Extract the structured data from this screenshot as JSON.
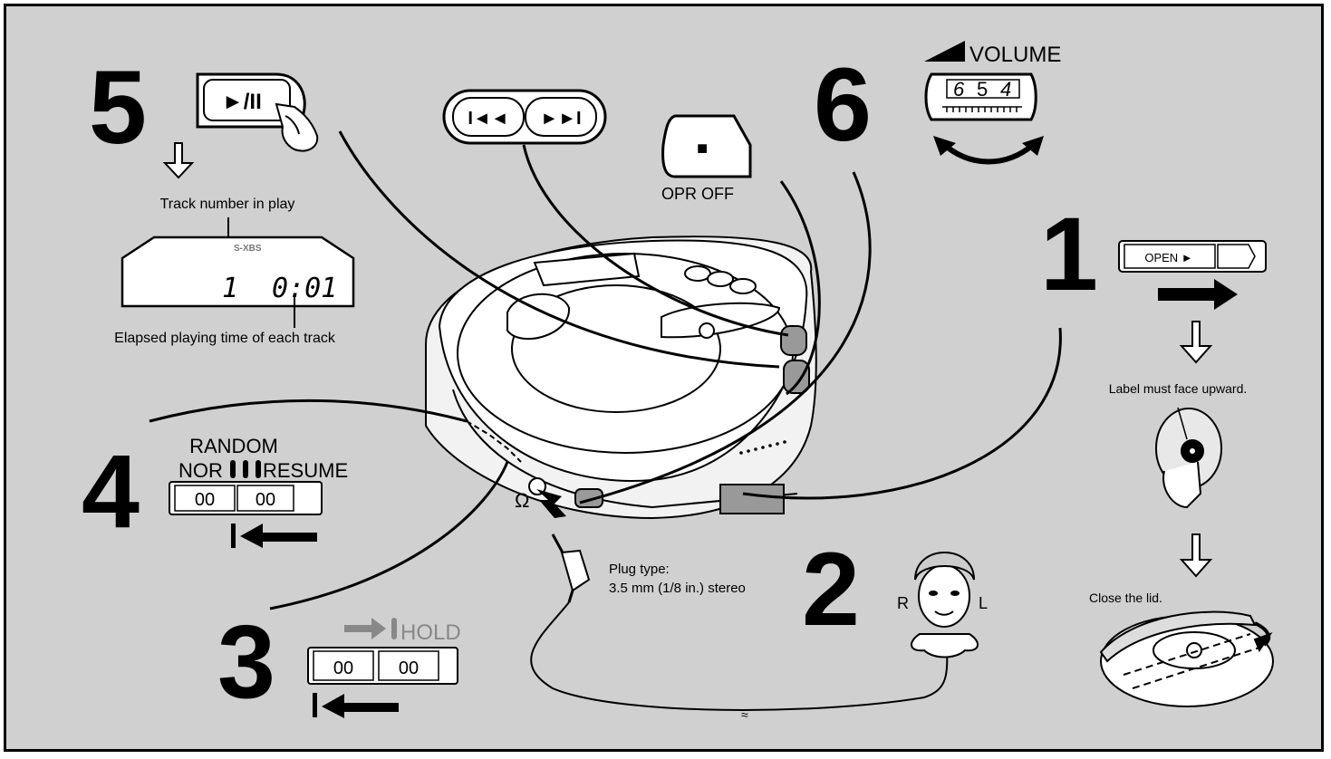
{
  "steps": {
    "s1": "1",
    "s2": "2",
    "s3": "3",
    "s4": "4",
    "s5": "5",
    "s6": "6"
  },
  "step5": {
    "play_button": "►/II",
    "track_label": "Track number in play",
    "lcd_sxbs": "S-XBS",
    "lcd_track": "1",
    "lcd_time": "0:01",
    "elapsed_label": "Elapsed playing time of each track"
  },
  "skip": {
    "prev": "I◄◄",
    "next": "►►I"
  },
  "stop": {
    "symbol": "■",
    "label": "OPR OFF"
  },
  "step6": {
    "title": "VOLUME",
    "digits": [
      "6",
      "5",
      "4"
    ]
  },
  "step1": {
    "open_label": "OPEN ►",
    "label_face": "Label must face upward.",
    "close_lid": "Close the lid."
  },
  "step2": {
    "plug_type": "Plug type:",
    "plug_spec": "3.5 mm (1/8 in.) stereo",
    "right": "R",
    "left": "L"
  },
  "step4": {
    "random": "RANDOM",
    "nor": "NOR",
    "resume": "RESUME",
    "switch_a": "00",
    "switch_b": "00"
  },
  "step3": {
    "hold": "HOLD",
    "switch_a": "00",
    "switch_b": "00"
  }
}
